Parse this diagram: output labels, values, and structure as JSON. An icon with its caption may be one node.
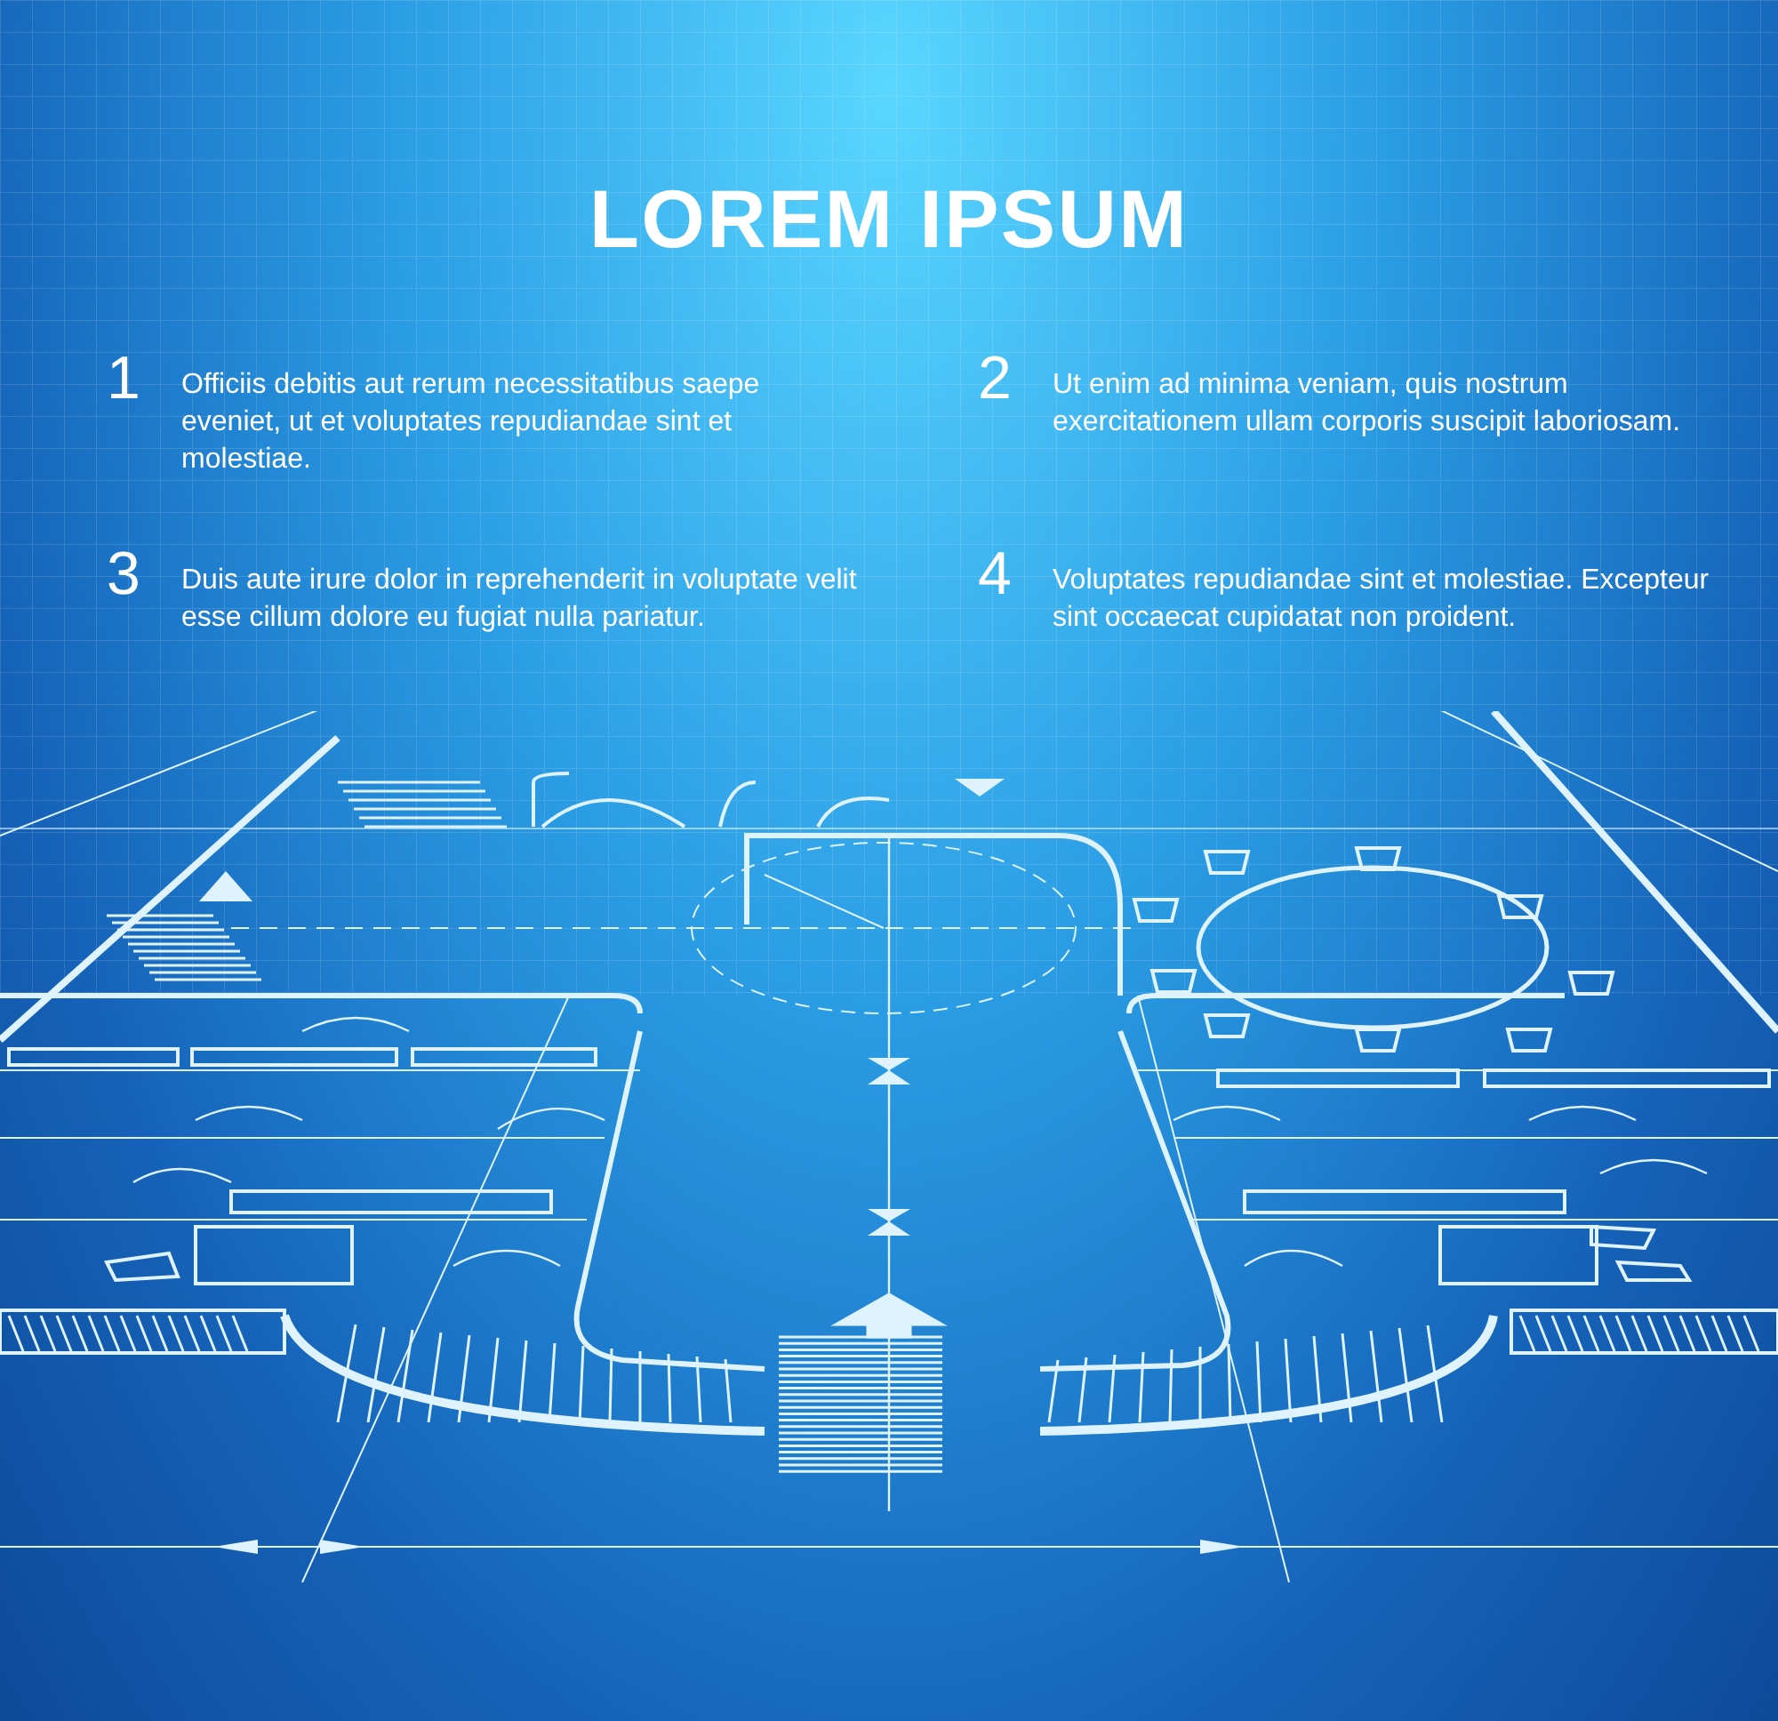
{
  "diagram": {
    "title": "LOREM IPSUM",
    "labels": [
      "1",
      "Officiis debitis aut rerum necessitatibus saepe eveniet, ut et voluptates repudiandae sint et molestiae.",
      "2",
      "Ut enim ad minima veniam, quis nostrum exercitationem ullam corporis suscipit laboriosam.",
      "3",
      "Duis aute irure dolor in reprehenderit in voluptate velit esse cillum dolore eu fugiat nulla pariatur.",
      "4",
      "Voluptates repudiandae sint et molestiae. Excepteur sint occaecat cupidatat non proident."
    ]
  }
}
